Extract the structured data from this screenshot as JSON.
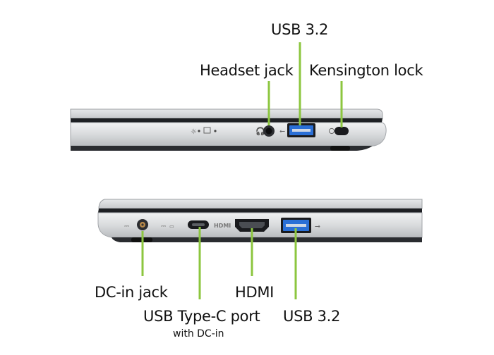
{
  "top_view": {
    "callouts": [
      {
        "id": "usb-top",
        "label": "USB 3.2"
      },
      {
        "id": "headset",
        "label": "Headset jack"
      },
      {
        "id": "kensington",
        "label": "Kensington lock"
      }
    ]
  },
  "bottom_view": {
    "callouts": [
      {
        "id": "dc-in",
        "label": "DC-in jack"
      },
      {
        "id": "usbc",
        "label": "USB Type-C port",
        "sublabel": "with DC-in"
      },
      {
        "id": "hdmi",
        "label": "HDMI"
      },
      {
        "id": "usb-bottom",
        "label": "USB 3.2"
      }
    ],
    "hdmi_logo_text": "HDMI"
  },
  "colors": {
    "callout_line": "#8cc63f",
    "usb_blue": "#2a6fd6",
    "chassis": "#d9dbdd",
    "edge_dark": "#222428"
  }
}
